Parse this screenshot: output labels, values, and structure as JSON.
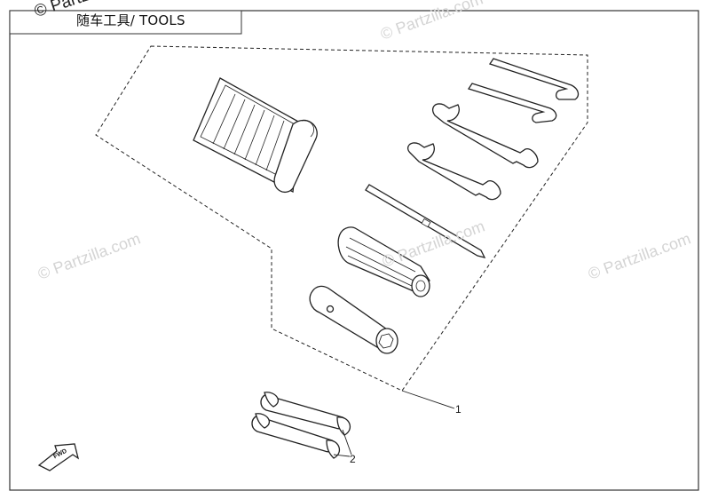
{
  "header": {
    "title": "随车工具/ TOOLS",
    "watermark_top": "© Partzilla"
  },
  "watermarks": [
    "© Partzilla.com",
    "© Partzilla.com",
    "© Partzilla.com",
    "© Partzilla.com"
  ],
  "callouts": {
    "one": "1",
    "two": "2"
  },
  "fwd_label": "FWD",
  "icons": {
    "tool_roll": "tool-roll-icon",
    "hex_key_long": "hex-key-icon",
    "hex_key_short": "hex-key-icon",
    "wrench_upper": "open-end-wrench-icon",
    "wrench_lower": "open-end-wrench-icon",
    "screwdriver_shaft": "screwdriver-bit-icon",
    "screwdriver_handle": "screwdriver-handle-icon",
    "spark_plug_socket": "spark-plug-socket-icon",
    "strap": "rubber-strap-icon",
    "fwd_arrow": "forward-arrow-icon"
  }
}
